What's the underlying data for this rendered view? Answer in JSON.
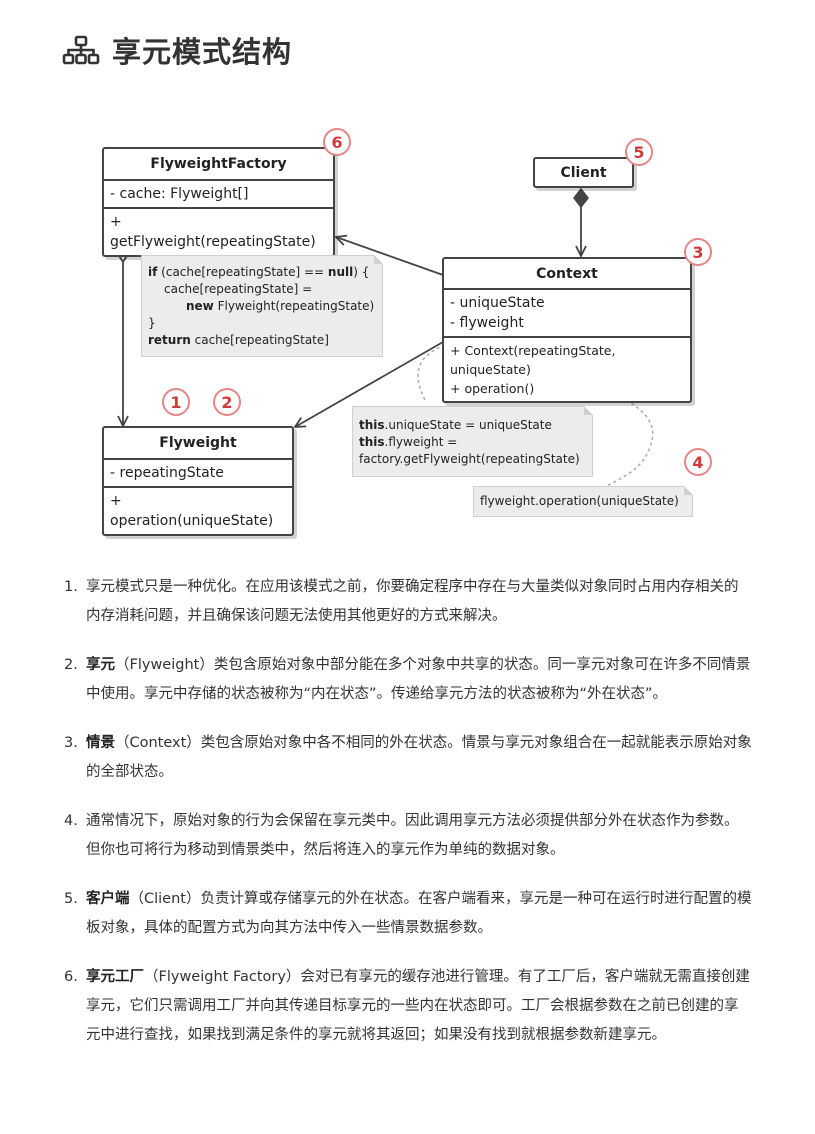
{
  "title": "享元模式结构",
  "icon": "structure-icon",
  "classes": {
    "flyweight_factory": {
      "name": "FlyweightFactory",
      "fields": [
        "- cache: Flyweight[]"
      ],
      "methods": [
        "+ getFlyweight(repeatingState)"
      ]
    },
    "client": {
      "name": "Client"
    },
    "context": {
      "name": "Context",
      "fields": [
        "- uniqueState",
        "- flyweight"
      ],
      "methods": [
        "+ Context(repeatingState, uniqueState)",
        "+ operation()"
      ]
    },
    "flyweight": {
      "name": "Flyweight",
      "fields": [
        "- repeatingState"
      ],
      "methods": [
        "+ operation(uniqueState)"
      ]
    }
  },
  "notes": {
    "factory_code": {
      "line1_kw": "if",
      "line1_a": " (cache[repeatingState] == ",
      "line1_kw2": "null",
      "line1_b": ") {",
      "line2": "cache[repeatingState] =",
      "line3_kw": "new",
      "line3": " Flyweight(repeatingState)",
      "line4": "}",
      "line5_kw": "return",
      "line5": " cache[repeatingState]"
    },
    "context_code": {
      "line1_kw": "this",
      "line1": ".uniqueState = uniqueState",
      "line2_kw": "this",
      "line2": ".flyweight =",
      "line3": "factory.getFlyweight(repeatingState)"
    },
    "operation_code": {
      "line1": "flyweight.operation(uniqueState)"
    }
  },
  "badges": [
    "1",
    "2",
    "3",
    "4",
    "5",
    "6"
  ],
  "accent_color": "#d23b3b",
  "list": [
    {
      "num": "1.",
      "bold": "",
      "text": "享元模式只是一种优化。在应用该模式之前，你要确定程序中存在与大量类似对象同时占用内存相关的内存消耗问题，并且确保该问题无法使用其他更好的方式来解决。"
    },
    {
      "num": "2.",
      "bold": "享元",
      "text": "（Flyweight）类包含原始对象中部分能在多个对象中共享的状态。同一享元对象可在许多不同情景中使用。享元中存储的状态被称为“内在状态”。传递给享元方法的状态被称为“外在状态”。"
    },
    {
      "num": "3.",
      "bold": "情景",
      "text": "（Context）类包含原始对象中各不相同的外在状态。情景与享元对象组合在一起就能表示原始对象的全部状态。"
    },
    {
      "num": "4.",
      "bold": "",
      "text": "通常情况下，原始对象的行为会保留在享元类中。因此调用享元方法必须提供部分外在状态作为参数。但你也可将行为移动到情景类中，然后将连入的享元作为单纯的数据对象。"
    },
    {
      "num": "5.",
      "bold": "客户端",
      "text": "（Client）负责计算或存储享元的外在状态。在客户端看来，享元是一种可在运行时进行配置的模板对象，具体的配置方式为向其方法中传入一些情景数据参数。"
    },
    {
      "num": "6.",
      "bold": "享元工厂",
      "text": "（Flyweight Factory）会对已有享元的缓存池进行管理。有了工厂后，客户端就无需直接创建享元，它们只需调用工厂并向其传递目标享元的一些内在状态即可。工厂会根据参数在之前已创建的享元中进行查找，如果找到满足条件的享元就将其返回；如果没有找到就根据参数新建享元。"
    }
  ]
}
